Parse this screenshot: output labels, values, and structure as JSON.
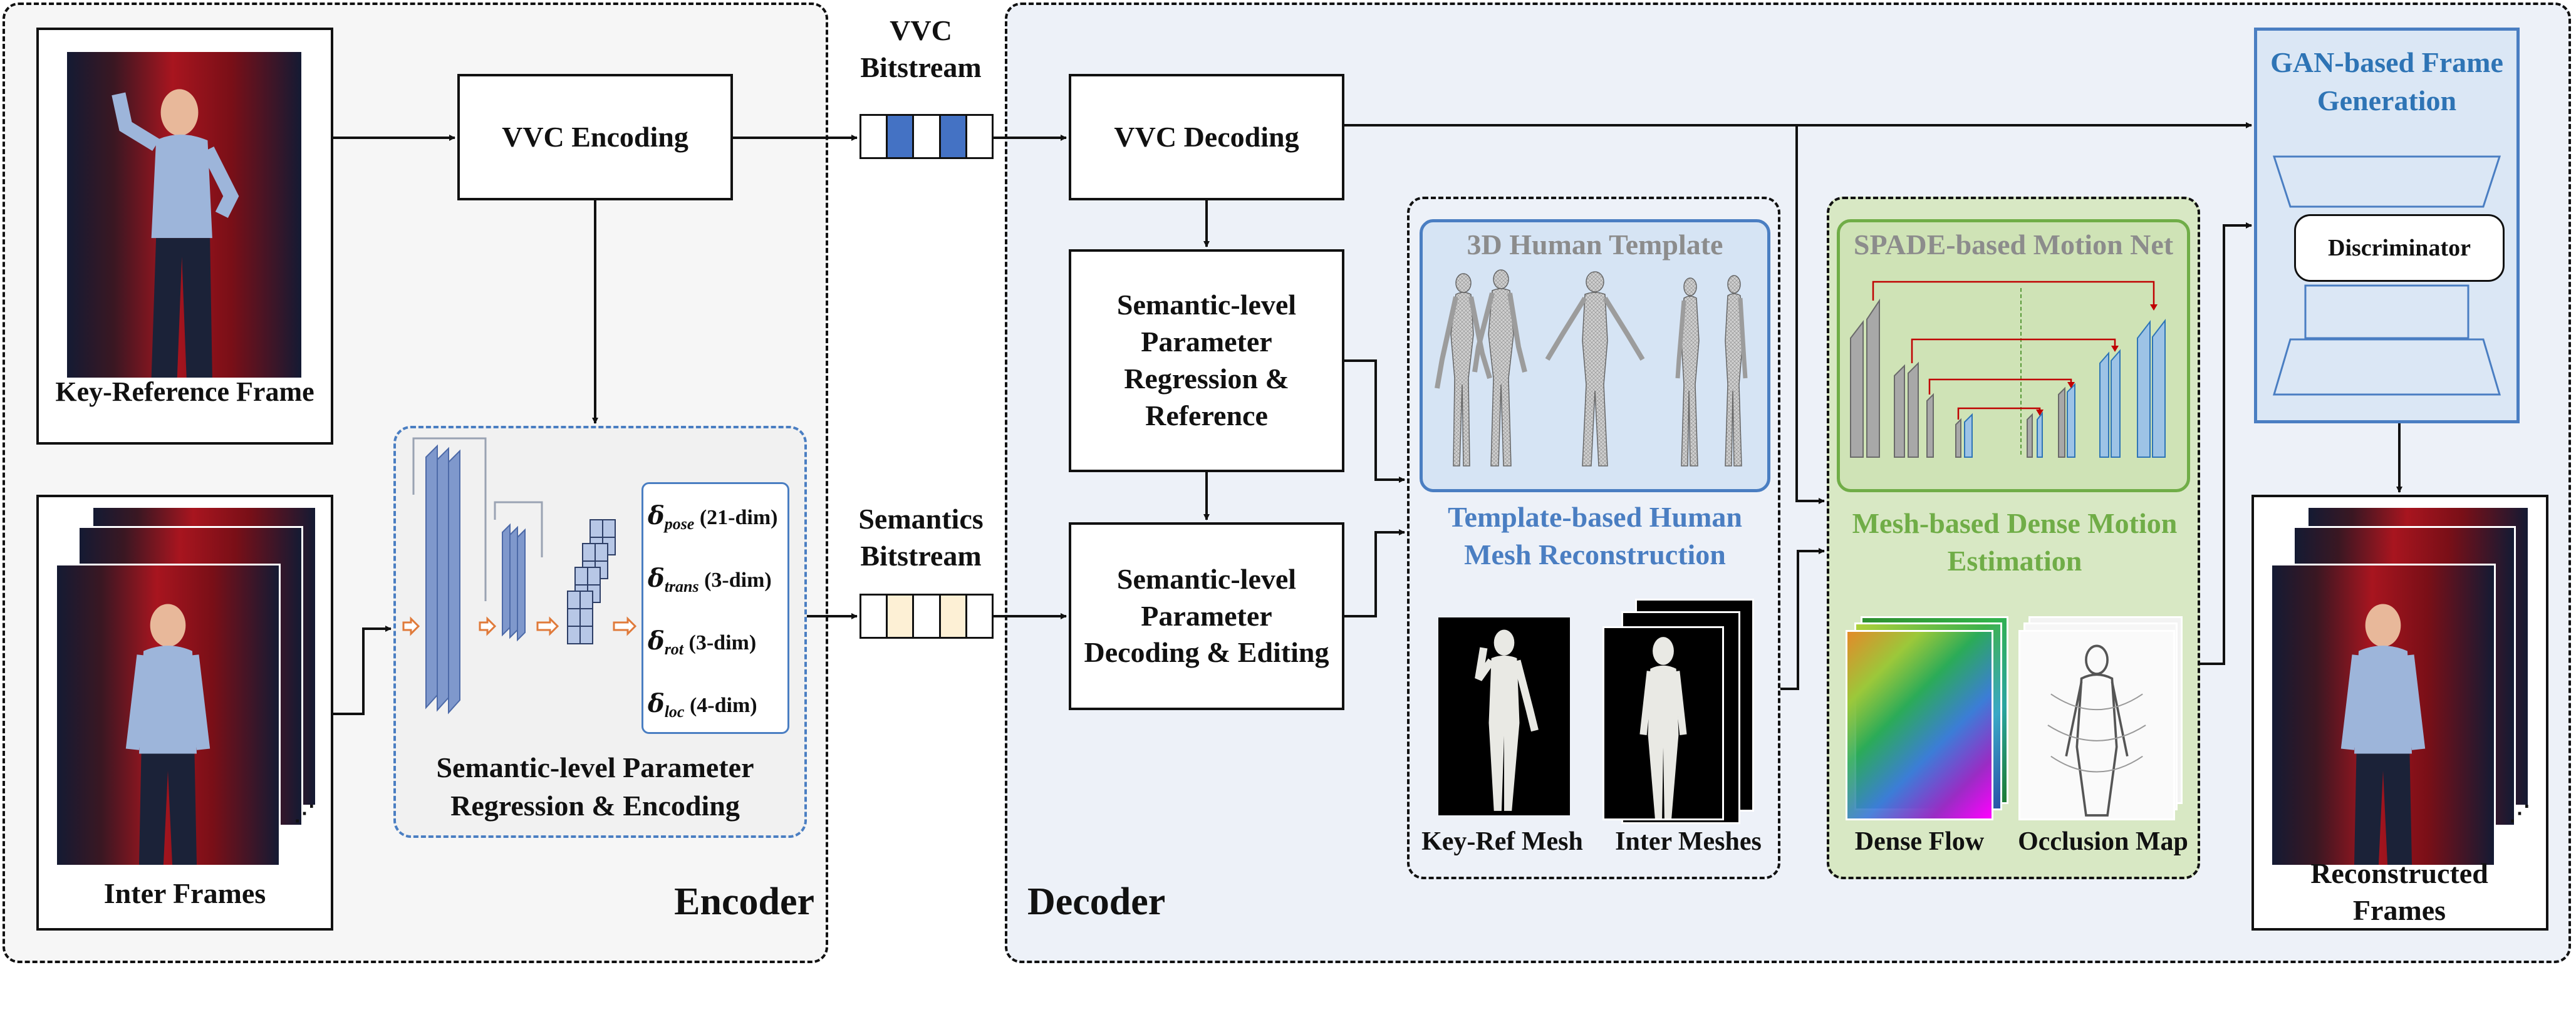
{
  "encoder": {
    "title": "Encoder",
    "key_frame_label": "Key-Reference Frame",
    "inter_frames_label": "Inter Frames",
    "vvc_encoding": "VVC Encoding",
    "semantic_encoding_title": "Semantic-level Parameter Regression & Encoding",
    "parameters": [
      {
        "symbol": "δ",
        "sub": "pose",
        "dim": "(21-dim)"
      },
      {
        "symbol": "δ",
        "sub": "trans",
        "dim": "(3-dim)"
      },
      {
        "symbol": "δ",
        "sub": "rot",
        "dim": "(3-dim)"
      },
      {
        "symbol": "δ",
        "sub": "loc",
        "dim": "(4-dim)"
      }
    ],
    "ellipsis": "⋰"
  },
  "bitstreams": {
    "vvc_label": "VVC Bitstream",
    "semantics_label": "Semantics Bitstream"
  },
  "decoder": {
    "title": "Decoder",
    "vvc_decoding": "VVC Decoding",
    "regression_reference": "Semantic-level Parameter Regression & Reference",
    "decoding_editing": "Semantic-level Parameter Decoding & Editing",
    "template_title": "3D Human Template",
    "reconstruction_title": "Template-based Human Mesh Reconstruction",
    "key_ref_mesh": "Key-Ref Mesh",
    "inter_meshes": "Inter Meshes",
    "spade_title": "SPADE-based Motion Net",
    "motion_title": "Mesh-based Dense Motion Estimation",
    "dense_flow": "Dense Flow",
    "occlusion_map": "Occlusion Map",
    "gan_title": "GAN-based Frame Generation",
    "discriminator": "Discriminator",
    "reconstructed_label": "Reconstructed Frames"
  },
  "colors": {
    "encoder_bg": "#f6f6f6",
    "decoder_bg": "#edf1f8",
    "dnn_blue": "#7f98cc",
    "bitstream_blue": "#4472c4",
    "bitstream_cream": "#fdf0d5",
    "template_bg": "#d6e4f4",
    "template_border": "#4a7ec2",
    "template_text": "#4a7ec2",
    "motion_bg": "#d8e8c4",
    "motion_border": "#70ad47",
    "motion_text": "#70ad47",
    "gan_bg": "#dbe7f5",
    "gan_border": "#4a7ec2",
    "gan_text": "#2e74b5",
    "spade_arrow": "#c00000",
    "mesh_white": "#e9e9e4",
    "gray_text": "#8c8c8c"
  },
  "icons": [
    "human-figure-icon",
    "mesh-template-icon",
    "dnn-layer-icon",
    "arrow-icon"
  ]
}
